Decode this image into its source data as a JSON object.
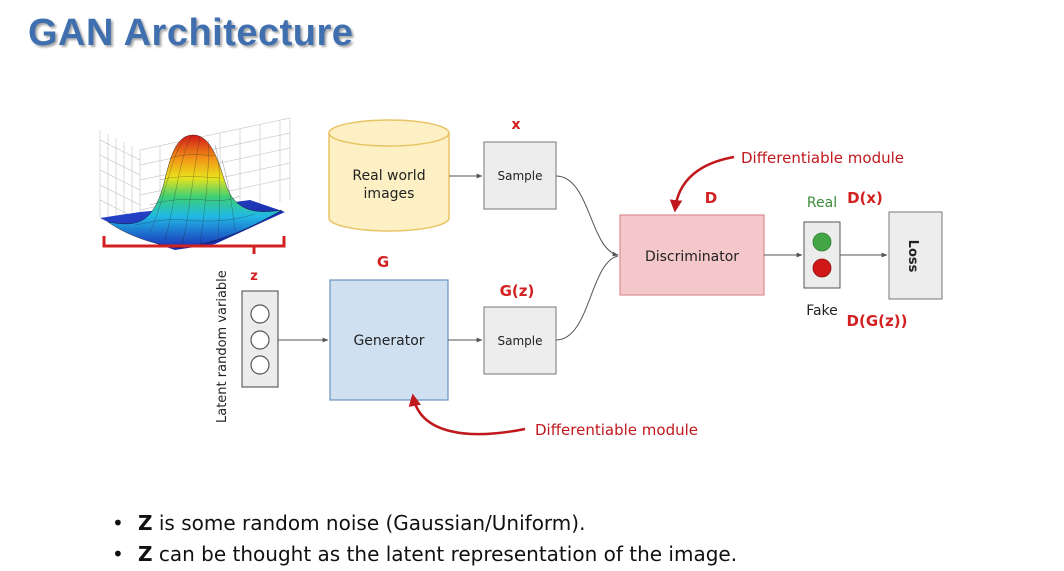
{
  "title": "GAN Architecture",
  "diagram": {
    "real_world_images": [
      "Real world",
      "images"
    ],
    "sample_top": "Sample",
    "sample_bottom": "Sample",
    "generator": "Generator",
    "discriminator": "Discriminator",
    "loss": "Loss",
    "latent_random_variable": "Latent random variable",
    "label_x": "x",
    "label_z": "z",
    "label_G": "G",
    "label_Gz": "G(z)",
    "label_D": "D",
    "label_Dx": "D(x)",
    "label_DGz": "D(G(z))",
    "real": "Real",
    "fake": "Fake",
    "diff_module_top": "Differentiable module",
    "diff_module_bottom": "Differentiable module"
  },
  "bullets": [
    {
      "bold": "Z",
      "text": " is some random noise (Gaussian/Uniform)."
    },
    {
      "bold": "Z",
      "text": " can be thought as the latent representation of the image."
    }
  ],
  "colors": {
    "title": "#3f6fae",
    "red_label": "#d32020",
    "green_label": "#3a8d3a",
    "generator_fill": "#cfe0f1",
    "discriminator_fill": "#f4c8cb",
    "database_fill": "#fdf0c4",
    "box_fill": "#ededed"
  }
}
